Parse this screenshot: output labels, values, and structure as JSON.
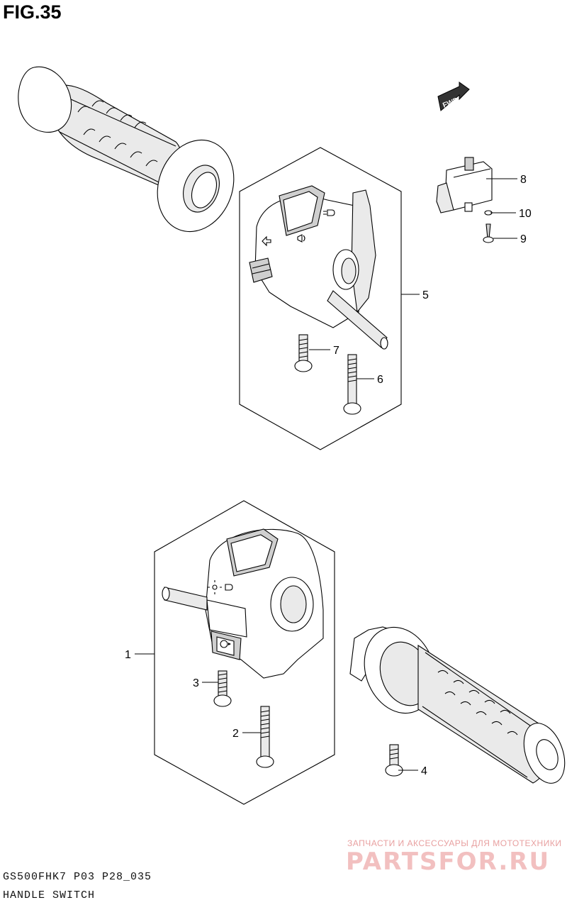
{
  "figure_title": "FIG.35",
  "footer": {
    "model_code": "GS500FHK7 P03 P28_035",
    "section_name": "HANDLE SWITCH"
  },
  "watermark": {
    "tagline": "ЗАПЧАСТИ И АКСЕССУАРЫ ДЛЯ МОТОТЕХНИКИ",
    "brand": "PARTSFOR.RU"
  },
  "direction_marker": "FWD",
  "callouts": [
    "1",
    "2",
    "3",
    "4",
    "5",
    "6",
    "7",
    "8",
    "9",
    "10"
  ],
  "icons": [
    "fwd-arrow-icon",
    "headlight-icon",
    "turn-signal-icon",
    "horn-icon",
    "starter-icon"
  ]
}
